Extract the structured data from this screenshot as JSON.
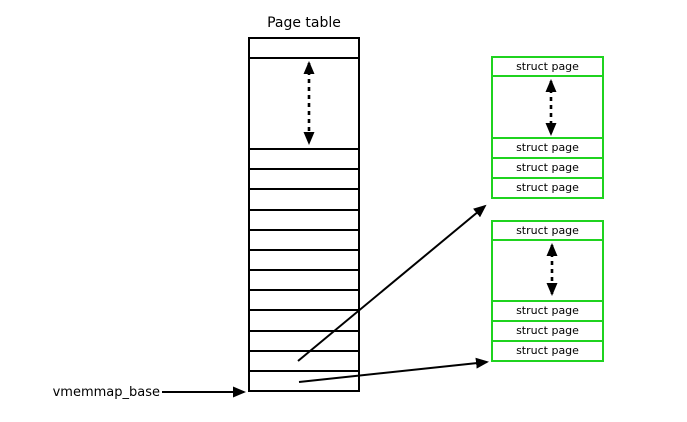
{
  "colors": {
    "line": "#000000",
    "struct-border": "#1fd31f",
    "background": "#ffffff"
  },
  "page_table": {
    "title": "Page table",
    "row_count": 12
  },
  "vmemmap": {
    "label": "vmemmap_base"
  },
  "groups": {
    "top": {
      "cell1": "struct page",
      "cell2": "struct page",
      "cell3": "struct page",
      "cell4": "struct page"
    },
    "bottom": {
      "cell1": "struct page",
      "cell2": "struct page",
      "cell3": "struct page",
      "cell4": "struct page"
    }
  }
}
